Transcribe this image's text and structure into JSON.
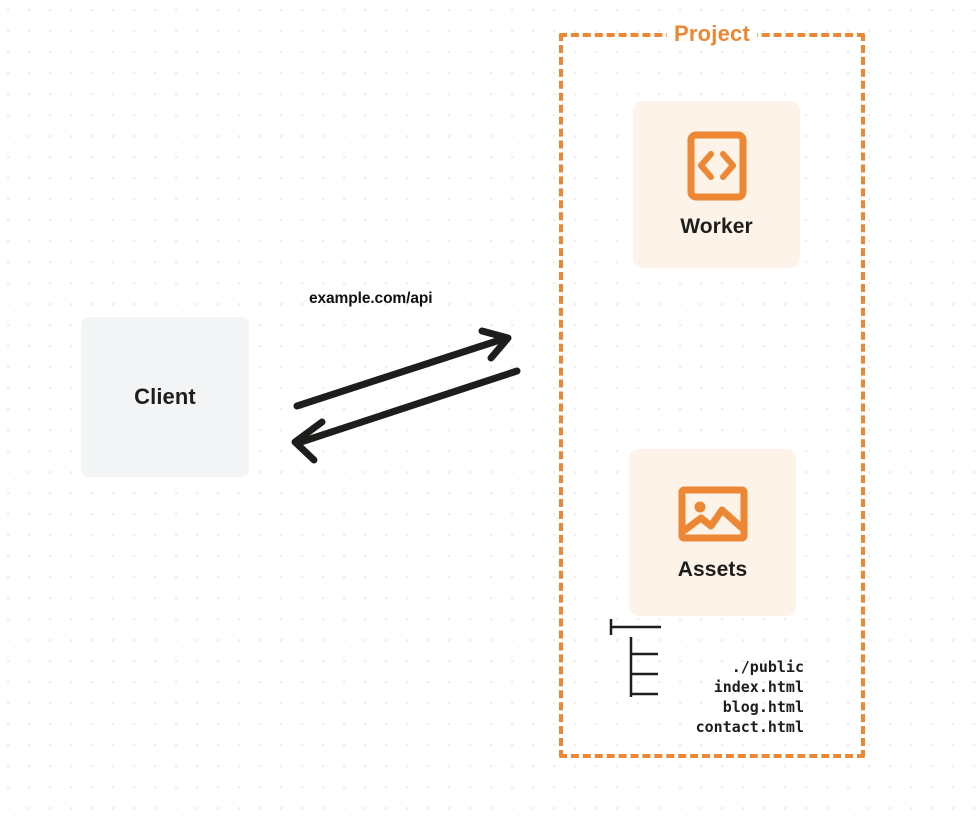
{
  "diagram": {
    "title": "Project architecture diagram",
    "background": {
      "dot_color": "#eeeeee",
      "page_color": "#ffffff"
    },
    "colors": {
      "accent_orange": "#ed8733",
      "card_cream": "#fdf3e9",
      "client_gray": "#f3f4f6",
      "text_dark": "#1d1d1b",
      "arrow_black": "#1d1d1b"
    }
  },
  "client": {
    "label": "Client"
  },
  "connection": {
    "label": "example.com/api",
    "outgoing_direction": "right",
    "incoming_direction": "left"
  },
  "project": {
    "title": "Project",
    "border_style": "dashed",
    "nodes": [
      {
        "id": "worker",
        "label": "Worker",
        "icon": "code-brackets-icon"
      },
      {
        "id": "assets",
        "label": "Assets",
        "icon": "image-picture-icon"
      }
    ],
    "file_tree": [
      {
        "connector": "├──",
        "name": "./public"
      },
      {
        "connector": "│__",
        "name": "index.html"
      },
      {
        "connector": "│__",
        "name": "blog.html"
      },
      {
        "connector": "│__",
        "name": "contact.html"
      }
    ]
  }
}
